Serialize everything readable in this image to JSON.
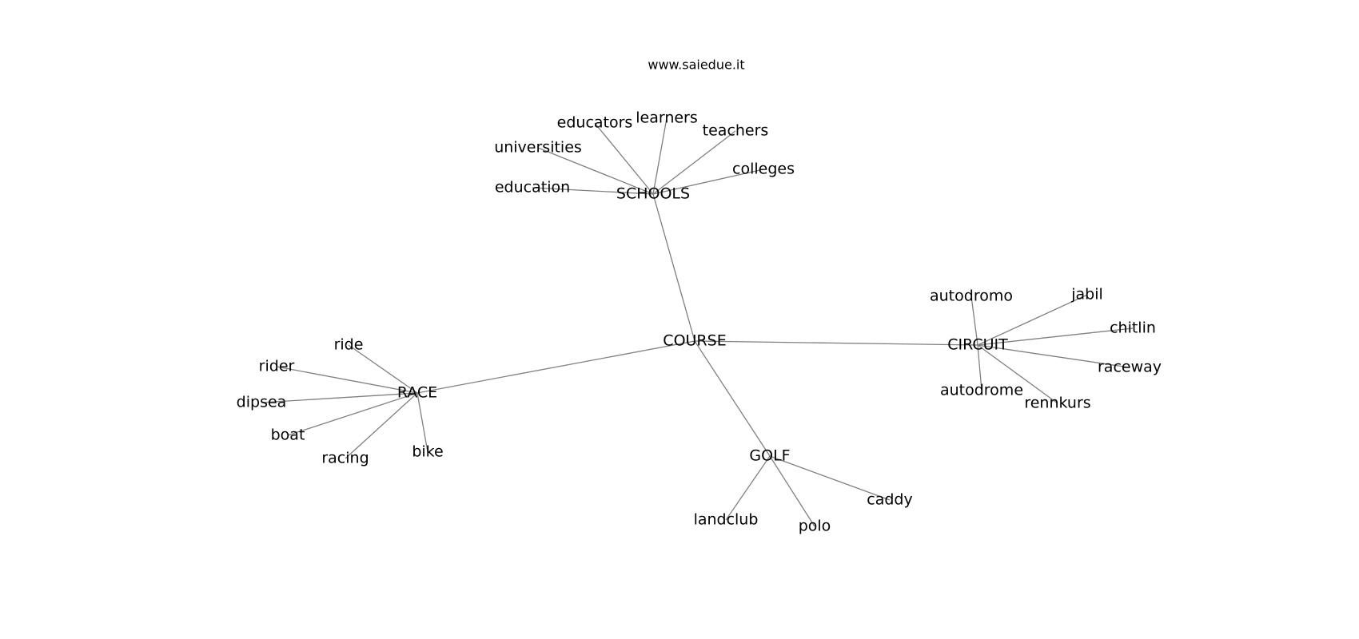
{
  "title": "www.saiedue.it",
  "edge_color": "#808080",
  "text_color": "#000000",
  "background": "#ffffff",
  "nodes": [
    {
      "id": "course",
      "label": "COURSE"
    },
    {
      "id": "schools",
      "label": "SCHOOLS"
    },
    {
      "id": "race",
      "label": "RACE"
    },
    {
      "id": "circuit",
      "label": "CIRCUIT"
    },
    {
      "id": "golf",
      "label": "GOLF"
    },
    {
      "id": "educators",
      "label": "educators"
    },
    {
      "id": "learners",
      "label": "learners"
    },
    {
      "id": "teachers",
      "label": "teachers"
    },
    {
      "id": "universities",
      "label": "universities"
    },
    {
      "id": "colleges",
      "label": "colleges"
    },
    {
      "id": "education",
      "label": "education"
    },
    {
      "id": "ride",
      "label": "ride"
    },
    {
      "id": "rider",
      "label": "rider"
    },
    {
      "id": "dipsea",
      "label": "dipsea"
    },
    {
      "id": "boat",
      "label": "boat"
    },
    {
      "id": "racing",
      "label": "racing"
    },
    {
      "id": "bike",
      "label": "bike"
    },
    {
      "id": "autodromo",
      "label": "autodromo"
    },
    {
      "id": "jabil",
      "label": "jabil"
    },
    {
      "id": "chitlin",
      "label": "chitlin"
    },
    {
      "id": "raceway",
      "label": "raceway"
    },
    {
      "id": "autodrome",
      "label": "autodrome"
    },
    {
      "id": "rennkurs",
      "label": "rennkurs"
    },
    {
      "id": "landclub",
      "label": "landclub"
    },
    {
      "id": "polo",
      "label": "polo"
    },
    {
      "id": "caddy",
      "label": "caddy"
    }
  ],
  "edges": [
    [
      "course",
      "schools"
    ],
    [
      "course",
      "race"
    ],
    [
      "course",
      "circuit"
    ],
    [
      "course",
      "golf"
    ],
    [
      "schools",
      "educators"
    ],
    [
      "schools",
      "learners"
    ],
    [
      "schools",
      "teachers"
    ],
    [
      "schools",
      "universities"
    ],
    [
      "schools",
      "colleges"
    ],
    [
      "schools",
      "education"
    ],
    [
      "race",
      "ride"
    ],
    [
      "race",
      "rider"
    ],
    [
      "race",
      "dipsea"
    ],
    [
      "race",
      "boat"
    ],
    [
      "race",
      "racing"
    ],
    [
      "race",
      "bike"
    ],
    [
      "circuit",
      "autodromo"
    ],
    [
      "circuit",
      "jabil"
    ],
    [
      "circuit",
      "chitlin"
    ],
    [
      "circuit",
      "raceway"
    ],
    [
      "circuit",
      "autodrome"
    ],
    [
      "circuit",
      "rennkurs"
    ],
    [
      "golf",
      "landclub"
    ],
    [
      "golf",
      "polo"
    ],
    [
      "golf",
      "caddy"
    ]
  ]
}
